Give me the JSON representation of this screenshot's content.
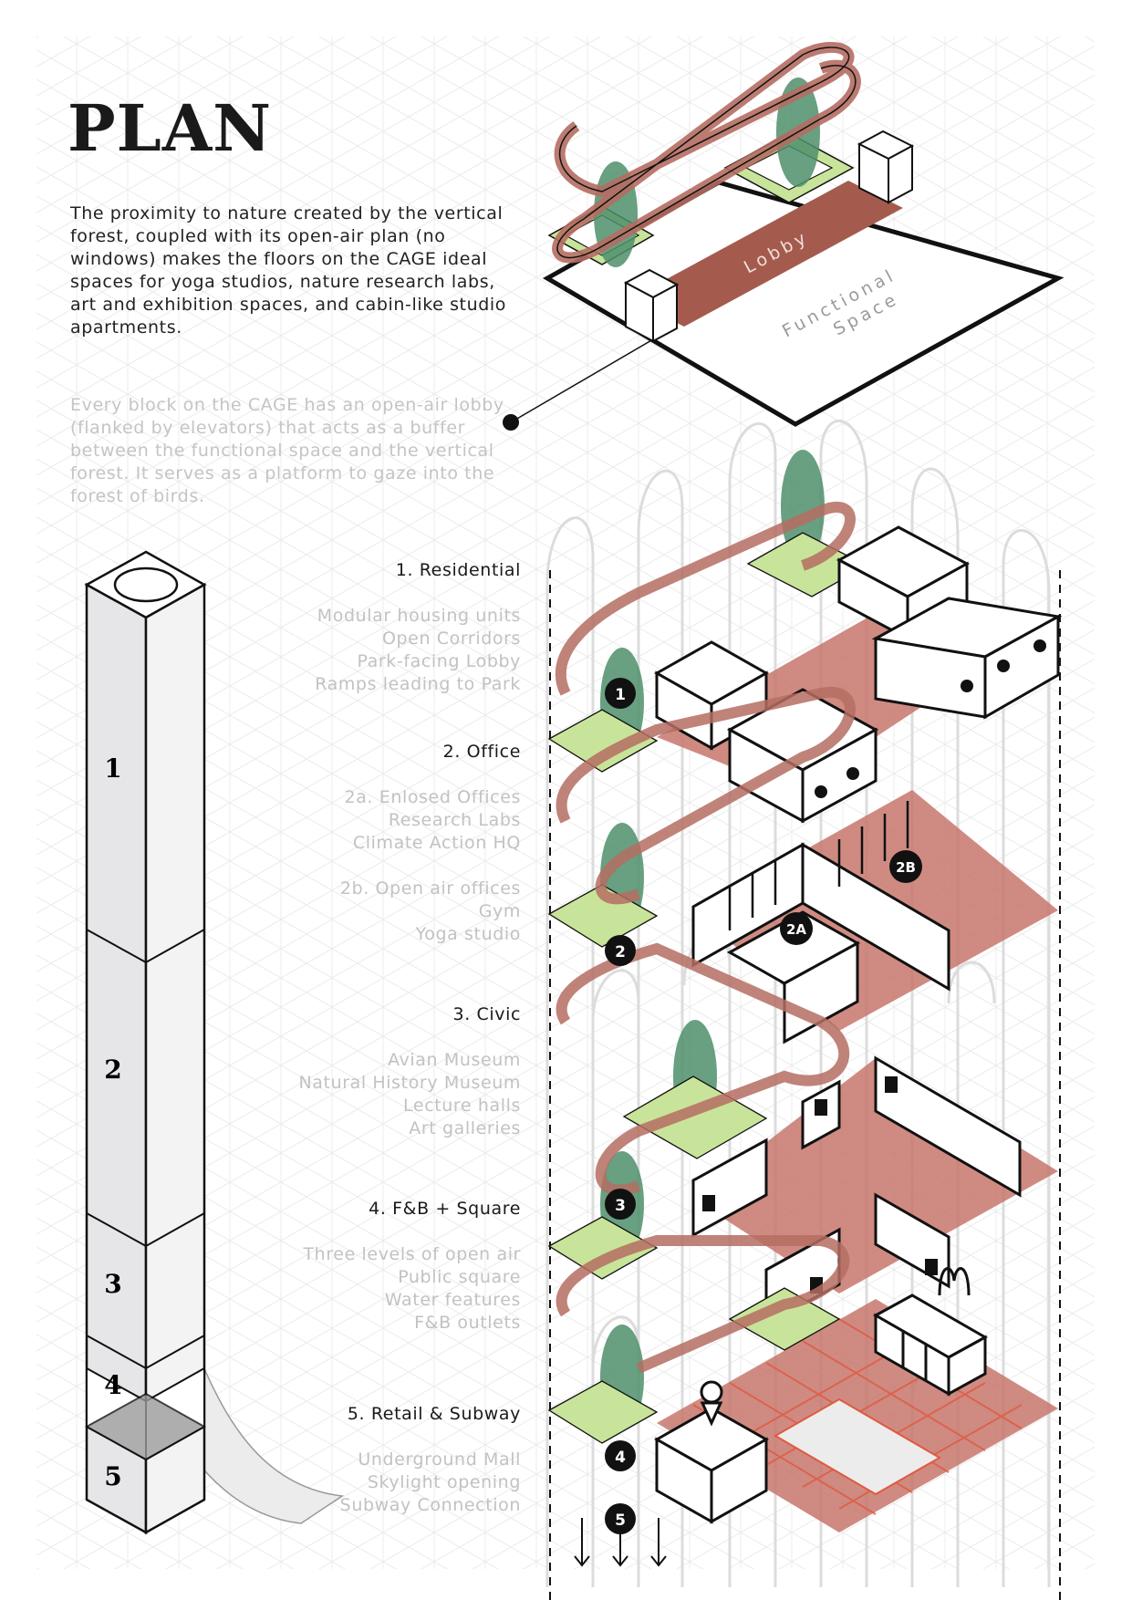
{
  "title": "PLAN",
  "intro": "The proximity to nature created by the vertical forest, coupled with its open-air plan (no windows) makes the floors on the CAGE ideal spaces for yoga studios, nature research labs, art and exhibition spaces, and cabin-like studio apartments.",
  "lobby_note": "Every block on the CAGE has an open-air lobby (flanked by elevators) that acts as a buffer between the functional space and the vertical forest. It serves as a platform to gaze into the forest of birds.",
  "plan_labels": {
    "lobby": "Lobby",
    "functional_1": "Functional",
    "functional_2": "Space"
  },
  "levels": {
    "residential": {
      "heading": "1. Residential",
      "items": [
        "Modular housing units",
        "Open Corridors",
        "Park-facing Lobby",
        "Ramps leading to Park"
      ]
    },
    "office": {
      "heading": "2. Office",
      "items": [
        "2a. Enlosed Offices",
        "Research Labs",
        "Climate Action HQ"
      ],
      "items_b": [
        "2b. Open air offices",
        "Gym",
        "Yoga studio"
      ]
    },
    "civic": {
      "heading": "3. Civic",
      "items": [
        "Avian Museum",
        "Natural History Museum",
        "Lecture halls",
        "Art galleries"
      ]
    },
    "fb": {
      "heading": "4. F&B + Square",
      "items": [
        "Three levels of open air",
        "Public square",
        "Water features",
        "F&B outlets"
      ]
    },
    "retail": {
      "heading": "5. Retail & Subway",
      "items": [
        "Underground Mall",
        "Skylight opening",
        "Subway Connection"
      ]
    }
  },
  "markers": [
    "1",
    "2",
    "3",
    "4",
    "5"
  ],
  "zone_markers": [
    "2A",
    "2B"
  ],
  "tower_numbers": [
    "1",
    "2",
    "3",
    "4",
    "5"
  ],
  "colors": {
    "floor": "#c7776c",
    "floor_line": "#e0593f",
    "ramp": "#b56d62",
    "tree": "#4e8f6b",
    "lawn": "#b9dc86",
    "ink": "#111111",
    "tower": "#e8e8ea",
    "muted": "#c2c2c2"
  }
}
